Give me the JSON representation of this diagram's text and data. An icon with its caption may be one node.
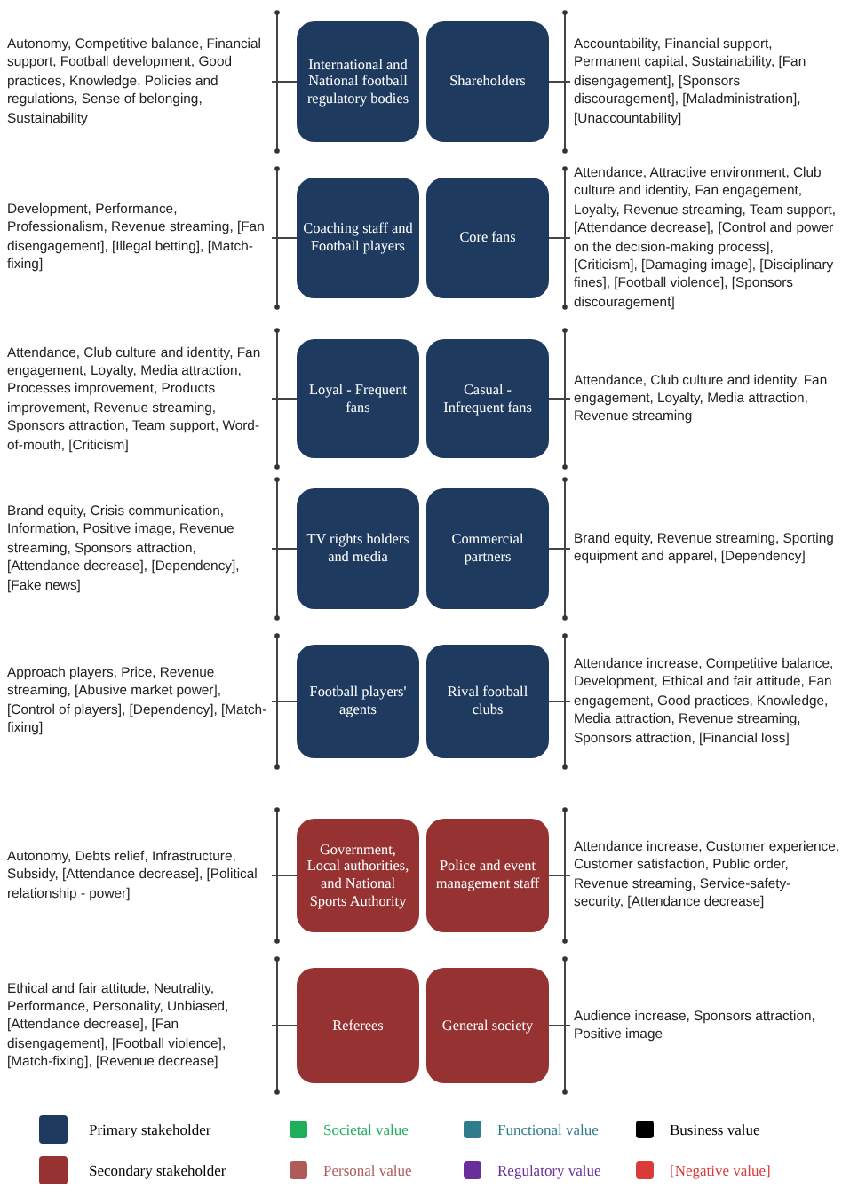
{
  "diagram": {
    "nodes": [
      {
        "text": [
          "Autonomy, Competitive balance, Financial support, Football development, Good practices, Knowledge, Policies and regulations, Sense of belonging, Sustainability"
        ]
      },
      {
        "text": [
          "International and National football regulatory bodies"
        ]
      },
      {
        "text": [
          "Shareholders"
        ]
      },
      {
        "text": [
          "Accountability, Financial support, Permanent capital, Sustainability, [Fan disengagement], [Sponsors discouragement], [Maladministration], [Unaccountability]"
        ]
      },
      {
        "text": [
          "Development, Performance, Professionalism, Revenue streaming, [Fan disengagement], [Illegal betting], [Match-fixing]"
        ]
      },
      {
        "text": [
          "Coaching staff and Football players"
        ]
      },
      {
        "text": [
          "Core fans"
        ]
      },
      {
        "text": [
          "Attendance, Attractive environment, Club culture and identity, Fan engagement, Loyalty, Revenue streaming, Team support, [Attendance decrease], [Control and power on the decision-making process], [Criticism], [Damaging image], [Disciplinary fines], [Football violence], [Sponsors discouragement]"
        ]
      },
      {
        "text": [
          "Attendance, Club culture and identity, Fan engagement, Loyalty, Media attraction, Processes improvement, Products improvement, Revenue streaming, Sponsors attraction, Team support, Word-of-mouth, [Criticism]"
        ]
      },
      {
        "text": [
          "Loyal - Frequent fans"
        ]
      },
      {
        "text": [
          "Casual - Infrequent fans"
        ]
      },
      {
        "text": [
          "Attendance, Club culture and identity, Fan engagement, Loyalty, Media attraction, Revenue streaming"
        ]
      },
      {
        "text": [
          "Brand equity, Crisis communication, Information, Positive image, Revenue streaming, Sponsors attraction, [Attendance decrease], [Dependency], [Fake news]"
        ]
      },
      {
        "text": [
          "TV rights holders and media"
        ]
      },
      {
        "text": [
          "Commercial partners"
        ]
      },
      {
        "text": [
          "Brand equity, Revenue streaming, Sporting equipment and apparel, [Dependency]"
        ]
      },
      {
        "text": [
          "Approach players, Price, Revenue streaming, [Abusive market power], [Control of players], [Dependency], [Match-fixing]"
        ]
      },
      {
        "text": [
          "Football players' agents"
        ]
      },
      {
        "text": [
          "Rival football clubs"
        ]
      },
      {
        "text": [
          "Attendance increase, Competitive balance, Development, Ethical and fair attitude, Fan engagement, Good practices, Knowledge, Media attraction, Revenue streaming, Sponsors attraction, [Financial loss]"
        ]
      },
      {
        "text": [
          "Autonomy, Debts relief, Infrastructure, Subsidy, [Attendance decrease], [Political relationship - power]"
        ]
      },
      {
        "text": [
          "Government, Local authorities, and National Sports Authority"
        ]
      },
      {
        "text": [
          "Police and event management staff"
        ]
      },
      {
        "text": [
          "Attendance increase, Customer experience, Customer satisfaction, Public order, Revenue streaming, Service-safety-security, [Attendance decrease]"
        ]
      },
      {
        "text": [
          "Ethical and fair attitude, Neutrality, Performance, Personality, Unbiased, [Attendance decrease], [Fan disengagement], [Football violence], [Match-fixing], [Revenue decrease]"
        ]
      },
      {
        "text": [
          "Referees"
        ]
      },
      {
        "text": [
          "General society"
        ]
      },
      {
        "text": [
          "Audience increase, Sponsors attraction, Positive image"
        ]
      }
    ],
    "edges": [
      {
        "from": 0,
        "to": 1,
        "arrow": "none"
      },
      {
        "from": 2,
        "to": 3,
        "arrow": "none"
      },
      {
        "from": 4,
        "to": 5,
        "arrow": "none"
      },
      {
        "from": 6,
        "to": 7,
        "arrow": "none"
      },
      {
        "from": 8,
        "to": 9,
        "arrow": "none"
      },
      {
        "from": 10,
        "to": 11,
        "arrow": "none"
      },
      {
        "from": 12,
        "to": 13,
        "arrow": "none"
      },
      {
        "from": 14,
        "to": 15,
        "arrow": "none"
      },
      {
        "from": 16,
        "to": 17,
        "arrow": "none"
      },
      {
        "from": 18,
        "to": 19,
        "arrow": "none"
      },
      {
        "from": 20,
        "to": 21,
        "arrow": "none"
      },
      {
        "from": 22,
        "to": 23,
        "arrow": "none"
      },
      {
        "from": 24,
        "to": 25,
        "arrow": "none"
      },
      {
        "from": 26,
        "to": 27,
        "arrow": "none"
      }
    ],
    "legend": [
      {
        "text": "Primary stakeholder",
        "color": "#1f3a5f"
      },
      {
        "text": "Societal value",
        "color": "#1fae5a"
      },
      {
        "text": "Functional value",
        "color": "#2e7d8c"
      },
      {
        "text": "Business value",
        "color": "#000000"
      },
      {
        "text": "Secondary stakeholder",
        "color": "#963232"
      },
      {
        "text": "Personal value",
        "color": "#b05a5a"
      },
      {
        "text": "Regulatory value",
        "color": "#6a2d9c"
      },
      {
        "text": "[Negative value]",
        "color": "#d93b3b"
      }
    ]
  }
}
